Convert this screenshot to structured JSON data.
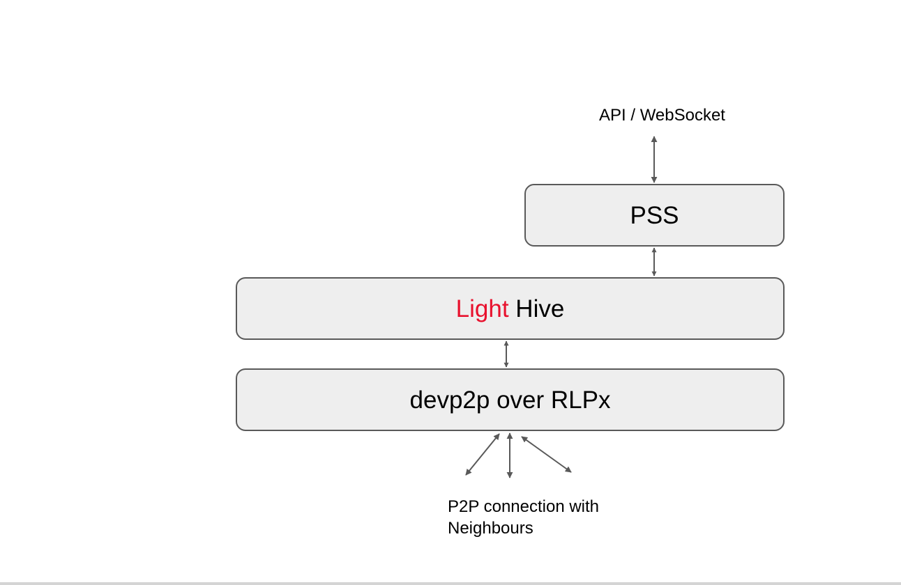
{
  "diagram": {
    "api_label": "API / WebSocket",
    "pss": {
      "label": "PSS"
    },
    "light_hive": {
      "highlight": "Light",
      "rest": " Hive"
    },
    "devp2p": {
      "label": "devp2p over RLPx"
    },
    "p2p_label": {
      "line1": "P2P connection with",
      "line2": "Neighbours"
    }
  },
  "colors": {
    "box_fill": "#eeeeee",
    "box_border": "#595959",
    "arrow": "#595959",
    "highlight_text": "#e8112d"
  }
}
